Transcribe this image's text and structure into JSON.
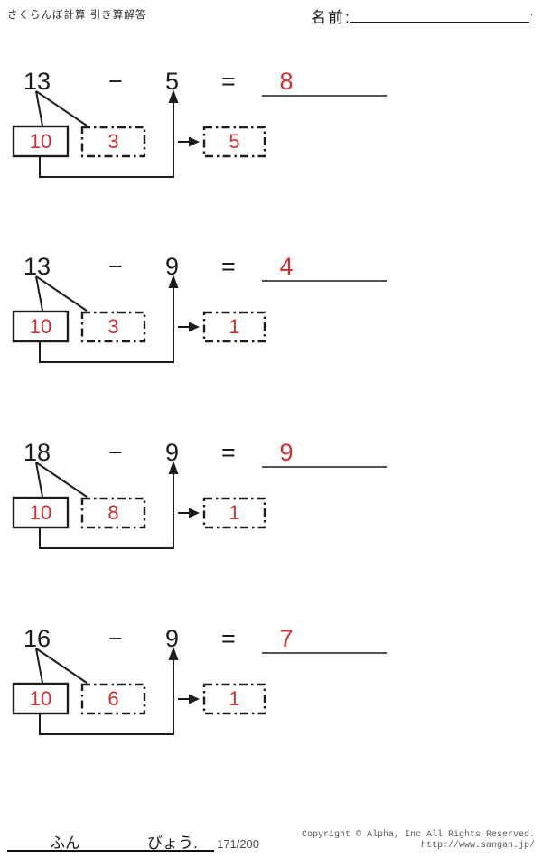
{
  "header": {
    "title": "さくらんぼ計算 引き算解答",
    "name_label": "名前:",
    "name_suffix": "."
  },
  "problems": [
    {
      "minuend": "13",
      "op": "−",
      "subtrahend": "5",
      "equals": "=",
      "answer": "8",
      "tens": "10",
      "ones": "3",
      "partial": "5"
    },
    {
      "minuend": "13",
      "op": "−",
      "subtrahend": "9",
      "equals": "=",
      "answer": "4",
      "tens": "10",
      "ones": "3",
      "partial": "1"
    },
    {
      "minuend": "18",
      "op": "−",
      "subtrahend": "9",
      "equals": "=",
      "answer": "9",
      "tens": "10",
      "ones": "8",
      "partial": "1"
    },
    {
      "minuend": "16",
      "op": "−",
      "subtrahend": "9",
      "equals": "=",
      "answer": "7",
      "tens": "10",
      "ones": "6",
      "partial": "1"
    }
  ],
  "footer": {
    "minutes_label": "ふん",
    "seconds_label": "びょう.",
    "page": "171/200",
    "copyright_line1": "Copyright ©  Alpha, Inc All Rights Reserved.",
    "copyright_line2": "http://www.sangan.jp/"
  },
  "colors": {
    "answer_red": "#cf3131",
    "ink": "#1c1c1c"
  }
}
